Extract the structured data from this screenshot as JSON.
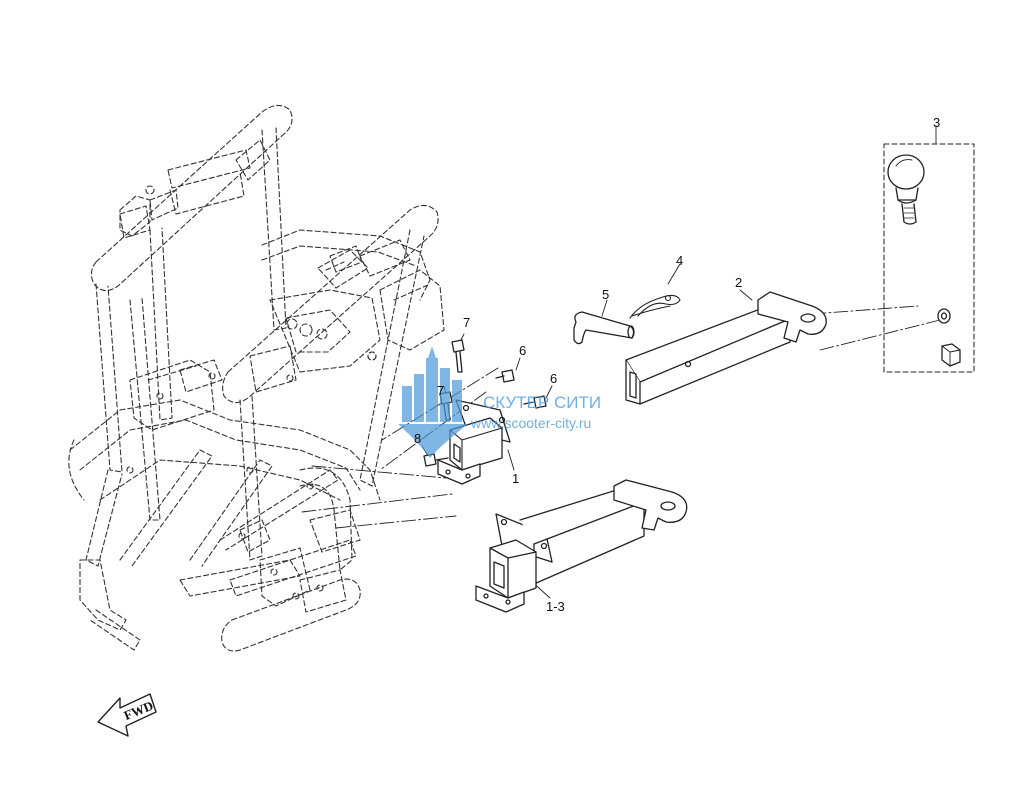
{
  "callouts": {
    "c1": "1",
    "c1_3": "1-3",
    "c2": "2",
    "c3": "3",
    "c4": "4",
    "c5": "5",
    "c6a": "6",
    "c6b": "6",
    "c7a": "7",
    "c7b": "7",
    "c8": "8"
  },
  "watermark": {
    "brand": "СКУТЕР СИТИ",
    "url": "www.scooter-city.ru"
  },
  "fwd_label": "FWD",
  "colors": {
    "line": "#222222",
    "watermark": "#4e9bd9"
  }
}
